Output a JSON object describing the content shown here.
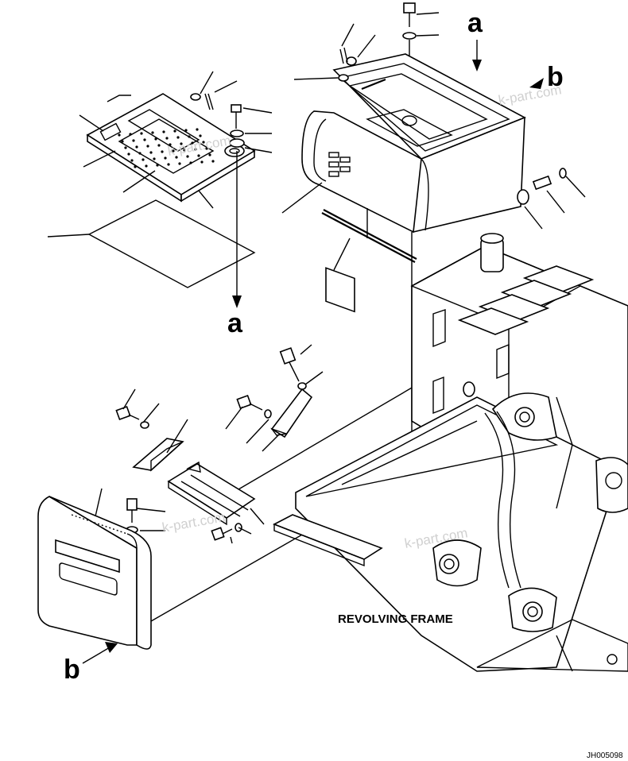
{
  "labels": {
    "a_top": "a",
    "a_left": "a",
    "b_top": "b",
    "b_bottom": "b",
    "frame": "REVOLVING FRAME",
    "code": "JH005098"
  },
  "watermarks": [
    "k-part.com",
    "k-part.com",
    "k-part.com",
    "k-part.com"
  ]
}
